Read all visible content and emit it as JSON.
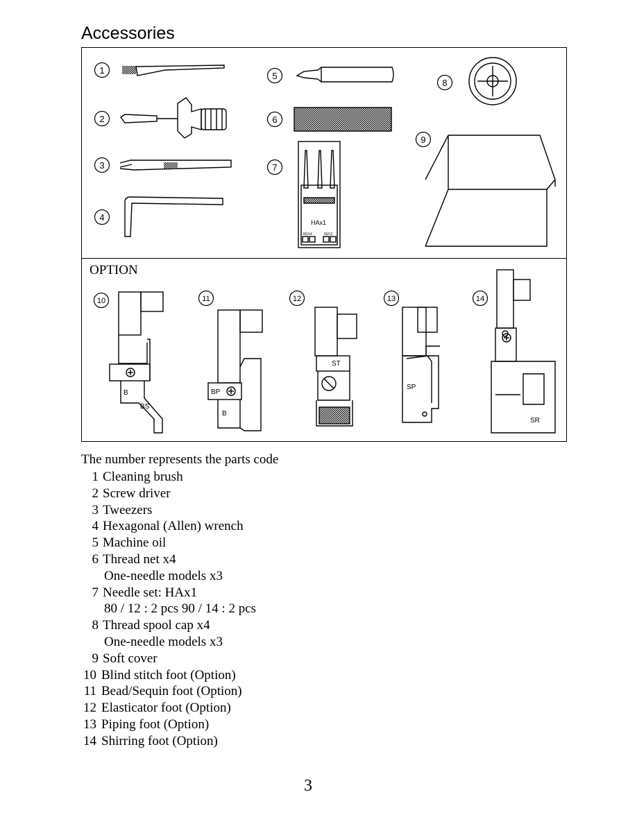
{
  "page": {
    "title": "Accessories",
    "option_label": "OPTION",
    "caption": "The number represents the parts code",
    "page_number": "3"
  },
  "callouts": [
    "1",
    "2",
    "3",
    "4",
    "5",
    "6",
    "7",
    "8",
    "9",
    "10",
    "11",
    "12",
    "13",
    "14"
  ],
  "part_labels": {
    "needle_pack": "HAx1",
    "needle_size_a": "80/14",
    "needle_size_b": "90/12",
    "foot10_a": "B",
    "foot10_b": "BS",
    "foot11_a": "BP",
    "foot11_b": "B",
    "foot12": "ST",
    "foot13": "SP",
    "foot14": "SR"
  },
  "parts": [
    {
      "num": "1",
      "text": "Cleaning brush"
    },
    {
      "num": "2",
      "text": "Screw driver"
    },
    {
      "num": "3",
      "text": "Tweezers"
    },
    {
      "num": "4",
      "text": "Hexagonal (Allen) wrench"
    },
    {
      "num": "5",
      "text": "Machine oil"
    },
    {
      "num": "6",
      "text": "Thread net x4",
      "extra": "One-needle models x3"
    },
    {
      "num": "7",
      "text": "Needle set: HAx1",
      "extra": "80 / 12 : 2 pcs  90 / 14 : 2 pcs"
    },
    {
      "num": "8",
      "text": "Thread spool cap x4",
      "extra": "One-needle models x3"
    },
    {
      "num": "9",
      "text": "Soft cover"
    },
    {
      "num": "10",
      "text": "Blind stitch foot (Option)"
    },
    {
      "num": "11",
      "text": "Bead/Sequin foot (Option)"
    },
    {
      "num": "12",
      "text": "Elasticator foot (Option)"
    },
    {
      "num": "13",
      "text": "Piping foot (Option)"
    },
    {
      "num": "14",
      "text": "Shirring foot (Option)"
    }
  ]
}
